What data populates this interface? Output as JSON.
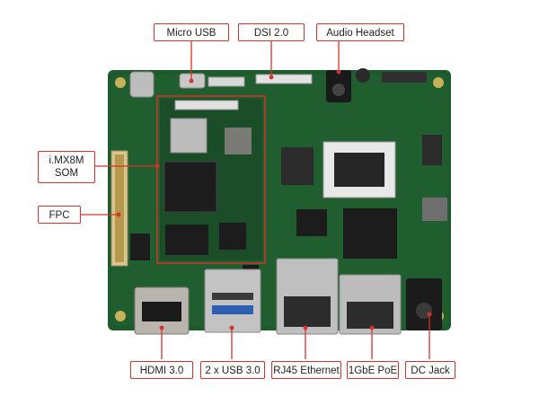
{
  "labels": {
    "micro_usb": "Micro USB",
    "dsi": "DSI 2.0",
    "audio": "Audio Headset",
    "som_line1": "i.MX8M",
    "som_line2": "SOM",
    "fpc": "FPC",
    "hdmi": "HDMI 3.0",
    "usb": "2 x USB 3.0",
    "rj45": "RJ45 Ethernet",
    "poe": "1GbE PoE",
    "dc": "DC Jack"
  },
  "colors": {
    "callout": "#d6322b",
    "pcb": "#1f5a2e",
    "pcb_dark": "#17472a",
    "chip": "#1c1c1c",
    "metal": "#bfbfbf"
  }
}
